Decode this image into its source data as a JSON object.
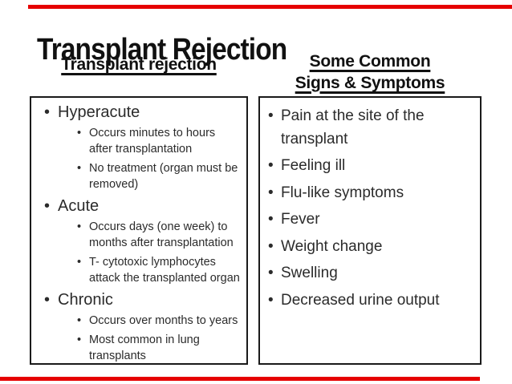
{
  "slide": {
    "title": "Transplant Rejection",
    "accent_color": "#e60000"
  },
  "left": {
    "header": "Transplant rejection",
    "items": [
      {
        "label": "Hyperacute",
        "subs": [
          "Occurs minutes to hours after transplantation",
          "No treatment (organ must be removed)"
        ]
      },
      {
        "label": "Acute",
        "subs": [
          "Occurs days (one week) to months after transplantation",
          "T- cytotoxic lymphocytes attack the transplanted organ"
        ]
      },
      {
        "label": "Chronic",
        "subs": [
          "Occurs over months to years",
          "Most common in lung transplants"
        ]
      }
    ]
  },
  "right": {
    "header_line1": "Some Common",
    "header_line2": "Signs & Symptoms",
    "items": [
      "Pain at the site of the transplant",
      "Feeling ill",
      "Flu-like symptoms",
      "Fever",
      "Weight change",
      "Swelling",
      "Decreased urine output"
    ]
  }
}
